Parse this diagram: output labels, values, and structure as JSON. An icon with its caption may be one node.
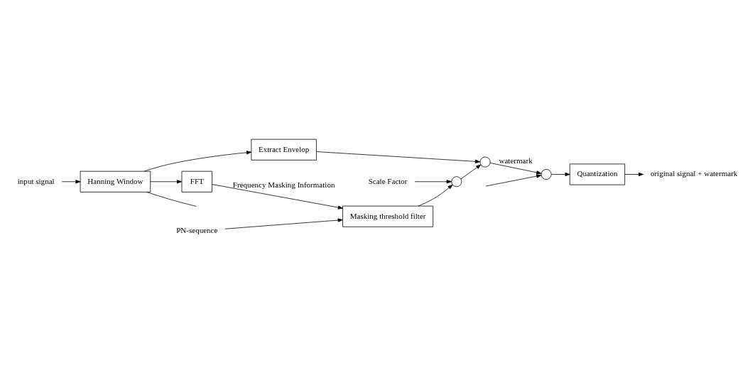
{
  "diagram": {
    "nodes": [
      {
        "text": [
          "input signal"
        ]
      },
      {
        "text": [
          "Hanning Window"
        ]
      },
      {
        "text": [
          "FFT"
        ]
      },
      {
        "text": [
          "PN-sequence"
        ]
      },
      {
        "text": [
          "Masking threshold filter"
        ]
      },
      {
        "text": [
          "Scale Factor"
        ]
      },
      {
        "text": [],
        "shape": "circle"
      },
      {
        "text": [],
        "shape": "circle"
      },
      {
        "text": [],
        "shape": "circle"
      },
      {
        "text": [
          "Quantization"
        ]
      },
      {
        "text": [
          "Extract Envelop"
        ]
      },
      {
        "text": [
          "original signal + watermark"
        ]
      }
    ],
    "edges": [
      {
        "from": 0,
        "to": 1,
        "arrow": "to"
      },
      {
        "from": 1,
        "to": 2,
        "arrow": "to"
      },
      {
        "from": 2,
        "to": 4,
        "arrow": "to",
        "label": "Frequency Masking Information"
      },
      {
        "from": 3,
        "to": 4,
        "arrow": "to"
      },
      {
        "from": 4,
        "to": 6,
        "arrow": "to"
      },
      {
        "from": 5,
        "to": 6,
        "arrow": "to"
      },
      {
        "from": 6,
        "to": 7,
        "arrow": "to"
      },
      {
        "from": 10,
        "to": 7,
        "arrow": "to"
      },
      {
        "from": 7,
        "to": 8,
        "arrow": "to",
        "label": "watermark"
      },
      {
        "from": null,
        "to": 8,
        "arrow": "to"
      },
      {
        "from": 8,
        "to": 9,
        "arrow": "to"
      },
      {
        "from": 9,
        "to": 11,
        "arrow": "to"
      },
      {
        "from": 1,
        "to": 10,
        "arrow": "to"
      },
      {
        "from": 1,
        "to": null,
        "arrow": "none"
      }
    ]
  }
}
